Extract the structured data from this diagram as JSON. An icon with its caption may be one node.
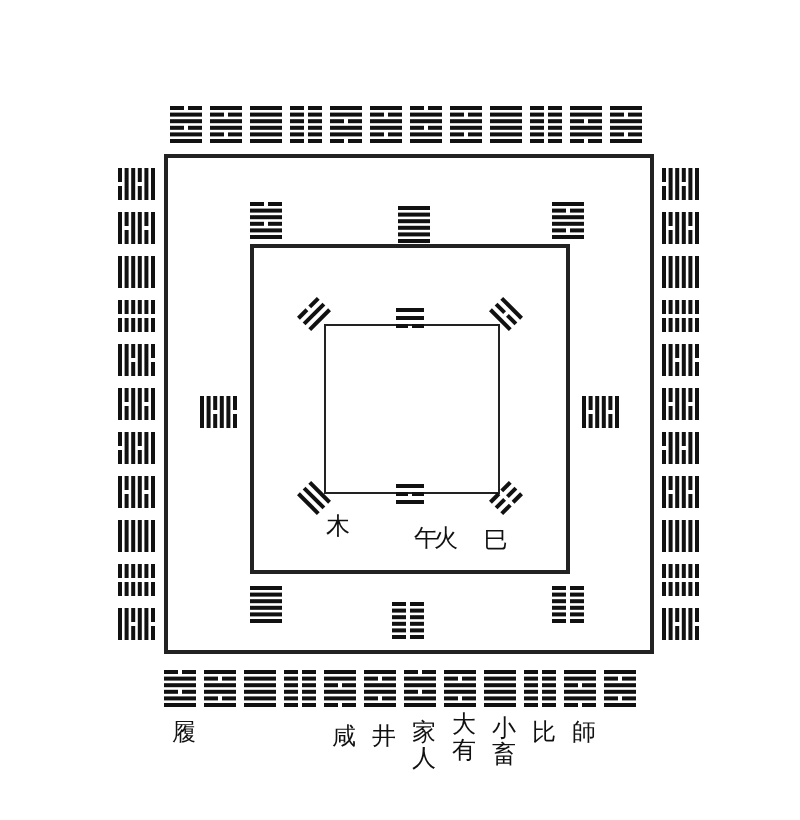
{
  "diagram": {
    "nodes": [
      {
        "text": [],
        "shape": "box"
      },
      {
        "text": [],
        "shape": "box",
        "in": 0
      },
      {
        "text": [],
        "shape": "box",
        "in": 1
      }
    ],
    "labels": [
      "木",
      "午",
      "火",
      "巳",
      "履",
      "咸",
      "井",
      "家人",
      "大有",
      "小畜",
      "比",
      "師"
    ]
  }
}
